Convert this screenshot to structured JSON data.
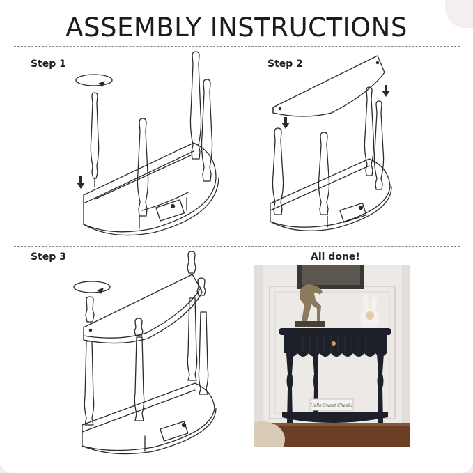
{
  "header": {
    "title": "ASSEMBLY INSTRUCTIONS"
  },
  "steps": [
    {
      "label": "Step 1"
    },
    {
      "label": "Step 2"
    },
    {
      "label": "Step 3"
    }
  ],
  "done": {
    "label": "All done!"
  },
  "photo": {
    "sign_text": "Hello Sweet Cheeks"
  },
  "colors": {
    "table": "#1d2029",
    "line": "#2b2b2b",
    "wall": "#ece9e6",
    "floor": "#6b3f25"
  }
}
